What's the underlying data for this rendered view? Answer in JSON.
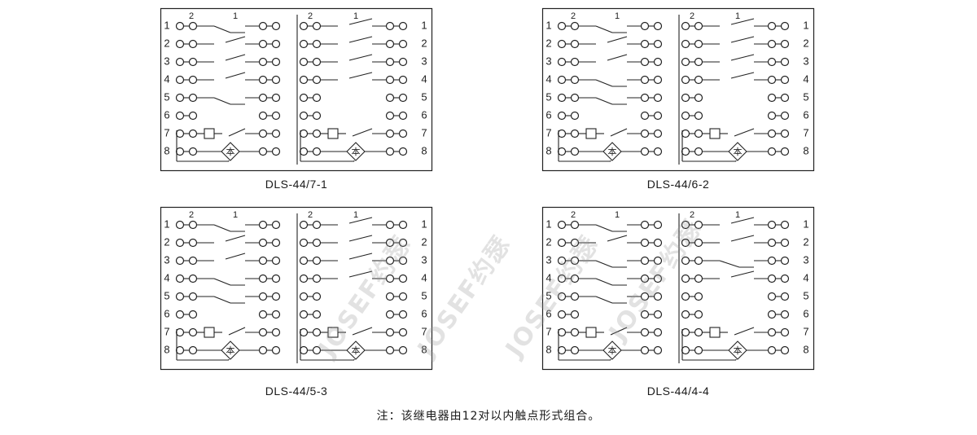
{
  "panels": [
    {
      "caption": "DLS-44/7-1"
    },
    {
      "caption": "DLS-44/6-2"
    },
    {
      "caption": "DLS-44/5-3"
    },
    {
      "caption": "DLS-44/4-4"
    }
  ],
  "terminal_numbers": [
    "1",
    "2",
    "3",
    "4",
    "5",
    "6",
    "7",
    "8"
  ],
  "group_labels": {
    "two": "2",
    "one": "1"
  },
  "coil_symbol": "本",
  "note": "注：该继电器由12对以内触点形式组合。",
  "watermark": "JOSEF约瑟"
}
